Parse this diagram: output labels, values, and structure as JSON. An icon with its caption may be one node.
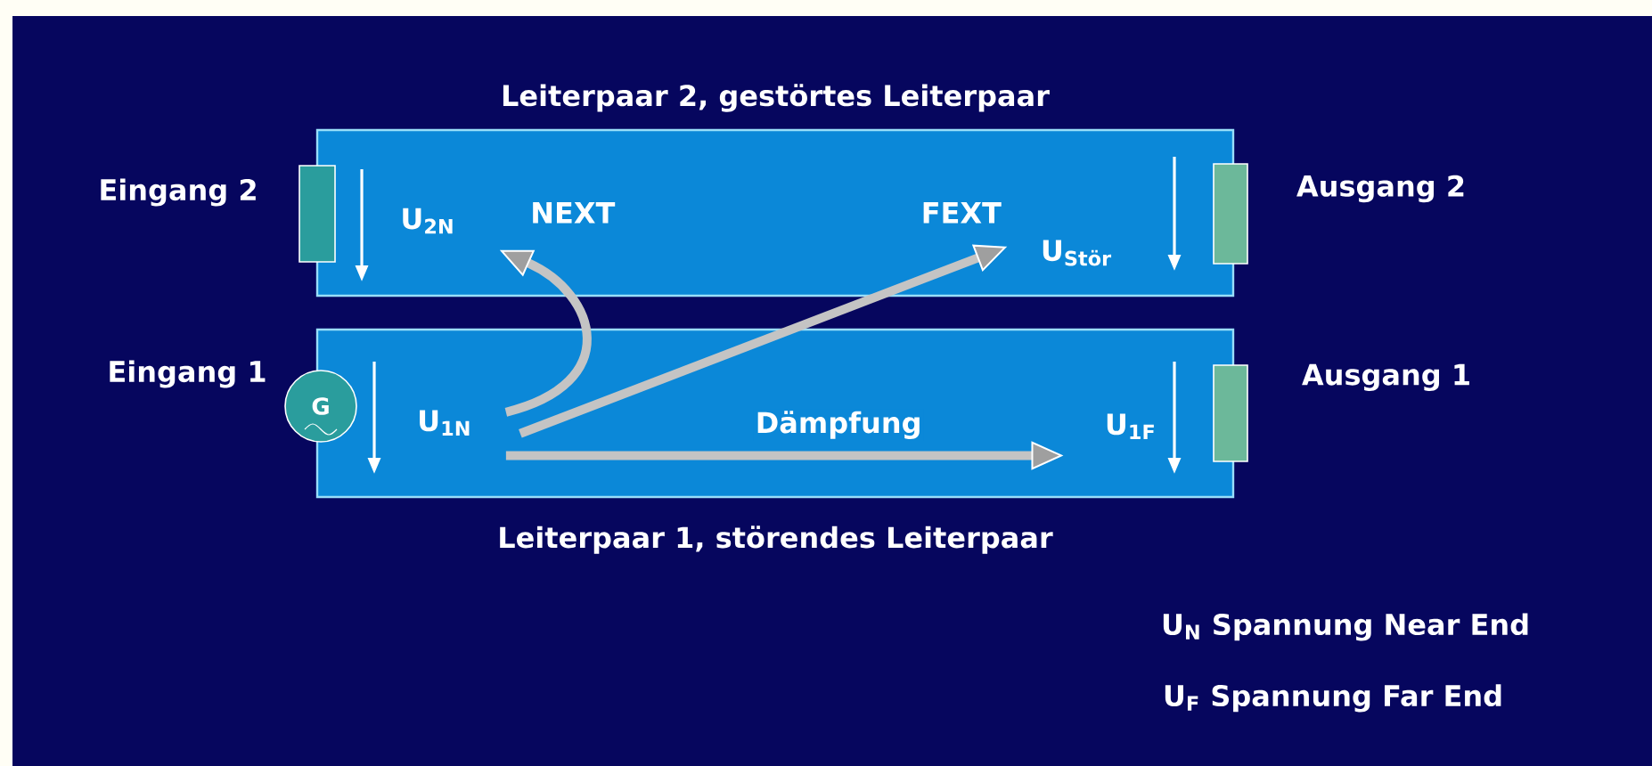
{
  "diagram": {
    "nodes": [
      {
        "text": [
          "Leiterpaar 2, gestörtes Leiterpaar"
        ]
      },
      {
        "text": [
          "Leiterpaar 1, störendes Leiterpaar"
        ]
      },
      {
        "text": [],
        "shape": "box",
        "beside": [
          "Eingang 2"
        ]
      },
      {
        "text": [],
        "shape": "box",
        "beside": [
          "Ausgang 2"
        ]
      },
      {
        "text": [
          "G"
        ],
        "beside": [
          "Eingang 1"
        ]
      },
      {
        "text": [],
        "shape": "box",
        "beside": [
          "Ausgang 1"
        ]
      },
      {
        "text": [
          "U$_{1N}$"
        ],
        "in": 1
      },
      {
        "text": [
          "NEXT"
        ],
        "in": 0
      },
      {
        "text": [
          "FEXT"
        ],
        "in": 0
      },
      {
        "text": [
          "U$_{1F}$"
        ],
        "in": 1
      }
    ],
    "edges": [
      {
        "from": 6,
        "to": 7,
        "arrow": "to"
      },
      {
        "from": 6,
        "to": 8,
        "arrow": "to"
      },
      {
        "from": 6,
        "to": 9,
        "arrow": "to",
        "label": "Dämpfung"
      }
    ],
    "labels": [
      "U$_{2N}$",
      "U$_{Stör}$",
      "U$_{N}$ Spannung Near End",
      "U$_{F}$ Spannung Far End"
    ]
  }
}
